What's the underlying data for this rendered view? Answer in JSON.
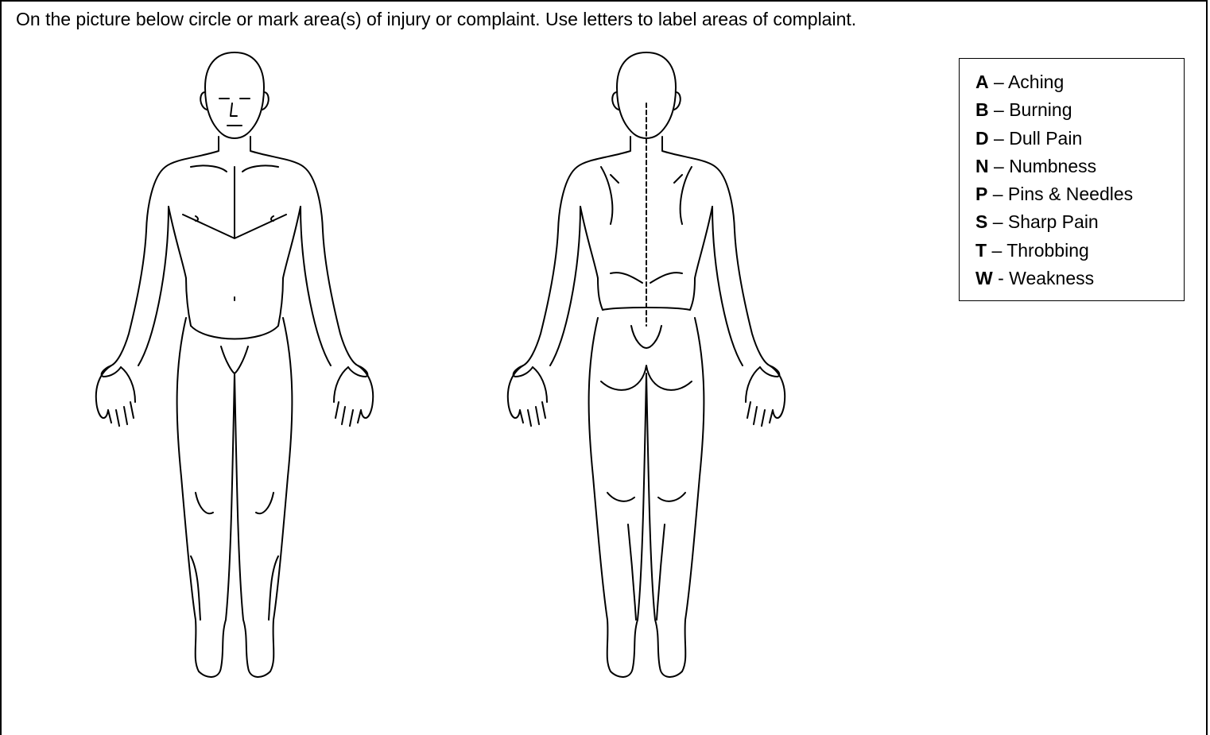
{
  "instructions": "On the picture below circle or mark area(s) of injury or complaint. Use letters to label areas of complaint.",
  "legend": {
    "items": [
      {
        "letter": "A",
        "separator": " – ",
        "label": "Aching"
      },
      {
        "letter": "B",
        "separator": " – ",
        "label": "Burning"
      },
      {
        "letter": "D",
        "separator": " – ",
        "label": "Dull Pain"
      },
      {
        "letter": "N",
        "separator": " – ",
        "label": "Numbness"
      },
      {
        "letter": "P",
        "separator": " – ",
        "label": "Pins & Needles"
      },
      {
        "letter": "S",
        "separator": " – ",
        "label": "Sharp Pain"
      },
      {
        "letter": "T",
        "separator": " – ",
        "label": "Throbbing"
      },
      {
        "letter": "W",
        "separator": " - ",
        "label": "Weakness"
      }
    ]
  }
}
